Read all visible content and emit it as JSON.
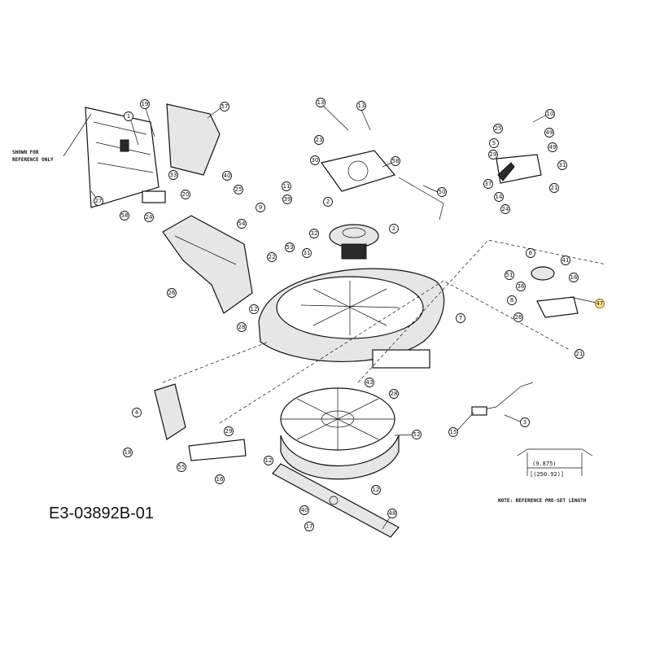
{
  "diagram_code": "E3-03892B-01",
  "reference_note": [
    "SHOWN FOR",
    "REFERENCE ONLY"
  ],
  "preset_note": "NOTE: REFERENCE PRE-SET LENGTH",
  "dimension_inch": "(9.875)",
  "dimension_mm": "[(250.92)]",
  "callouts": [
    "19",
    "1",
    "57",
    "27",
    "33",
    "40",
    "25",
    "20",
    "58",
    "24",
    "13",
    "13",
    "23",
    "30",
    "58",
    "50",
    "25",
    "10",
    "49",
    "49",
    "5",
    "29",
    "31",
    "37",
    "21",
    "14",
    "24",
    "11",
    "39",
    "32",
    "9",
    "2",
    "2",
    "54",
    "22",
    "53",
    "31",
    "26",
    "12",
    "28",
    "7",
    "6",
    "51",
    "41",
    "36",
    "8",
    "16",
    "26",
    "21",
    "47",
    "43",
    "28",
    "4",
    "18",
    "29",
    "55",
    "16",
    "12",
    "52",
    "12",
    "15",
    "3",
    "40",
    "17",
    "48"
  ],
  "highlight_color": "#ffe98a"
}
